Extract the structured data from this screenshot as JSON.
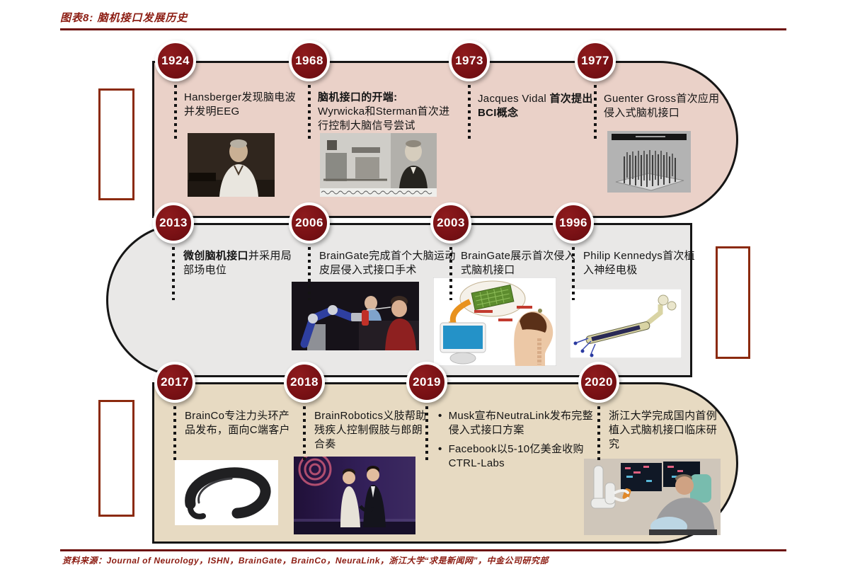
{
  "figure": {
    "title": "图表8: 脑机接口发展历史",
    "source": "资料来源：Journal of Neurology，ISHN，BrainGate，BrainCo，NeuraLink，浙江大学“求是新闻网”，中金公司研究部"
  },
  "colors": {
    "accent_red": "#8c1c12",
    "rule_red": "#6d100c",
    "circle_maroon": "#7a1115",
    "band_pink": "#ead1c8",
    "band_gray": "#e9e8e7",
    "band_beige": "#e7dac2",
    "band_outline": "#161616",
    "deco_box_border": "#8b2a0e"
  },
  "timeline": {
    "rows": [
      {
        "items": [
          {
            "year": "1924",
            "text": "Hansberger发现脑电波并发明EEG"
          },
          {
            "year": "1968",
            "bold_part": "脑机接口的开端:",
            "plain_part": "Wyrwicka和Sterman首次进行控制大脑信号尝试"
          },
          {
            "year": "1973",
            "plain_part": "Jacques Vidal ",
            "bold_part": "首次提出BCI概念"
          },
          {
            "year": "1977",
            "text": "Guenter Gross首次应用侵入式脑机接口"
          }
        ]
      },
      {
        "items": [
          {
            "year": "2013",
            "bold_part": "微创脑机接口",
            "plain_part": "并采用局部场电位"
          },
          {
            "year": "2006",
            "text": "BrainGate完成首个大脑运动皮层侵入式接口手术"
          },
          {
            "year": "2003",
            "text": "BrainGate展示首次侵入式脑机接口"
          },
          {
            "year": "1996",
            "text": "Philip Kennedys首次植入神经电极"
          }
        ]
      },
      {
        "items": [
          {
            "year": "2017",
            "text": "BrainCo专注力头环产品发布，面向C端客户"
          },
          {
            "year": "2018",
            "text": "BrainRobotics义肢帮助残疾人控制假肢与郎朗合奏"
          },
          {
            "year": "2019",
            "bullets": [
              "Musk宣布NeutraLink发布完整侵入式接口方案",
              "Facebook以5-10亿美金收购CTRL-Labs"
            ]
          },
          {
            "year": "2020",
            "text": "浙江大学完成国内首例植入式脑机接口临床研究"
          }
        ]
      }
    ]
  }
}
